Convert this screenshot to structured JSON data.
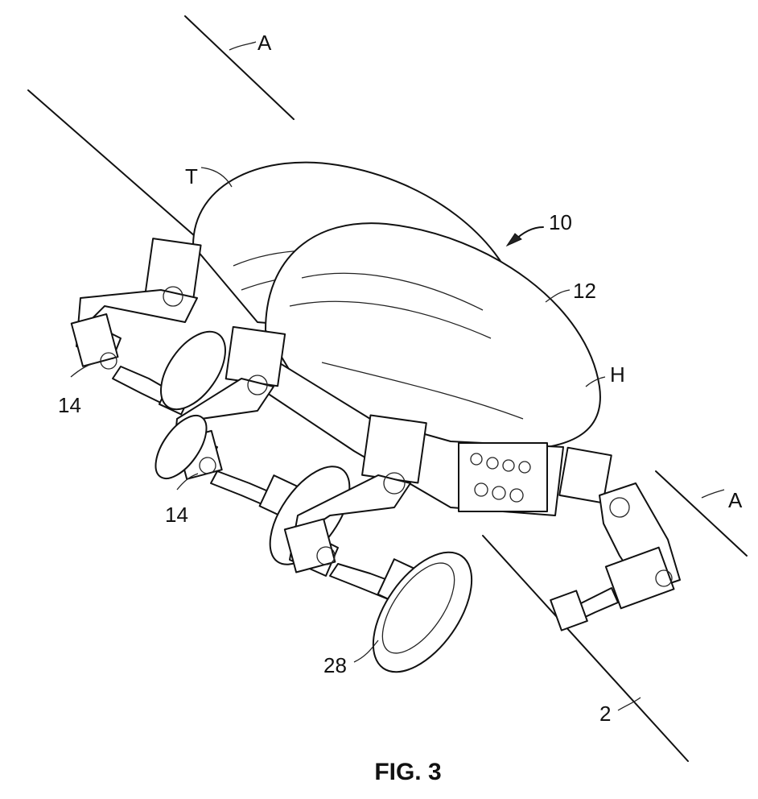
{
  "figure": {
    "caption": "FIG. 3",
    "labels": {
      "axis_a_top": "A",
      "axis_a_right": "A",
      "thruster_t": "T",
      "robot": "10",
      "body": "12",
      "hull_h": "H",
      "leg_upper": "14",
      "leg_middle": "14",
      "foot": "28",
      "pipe_surface": "2"
    }
  }
}
